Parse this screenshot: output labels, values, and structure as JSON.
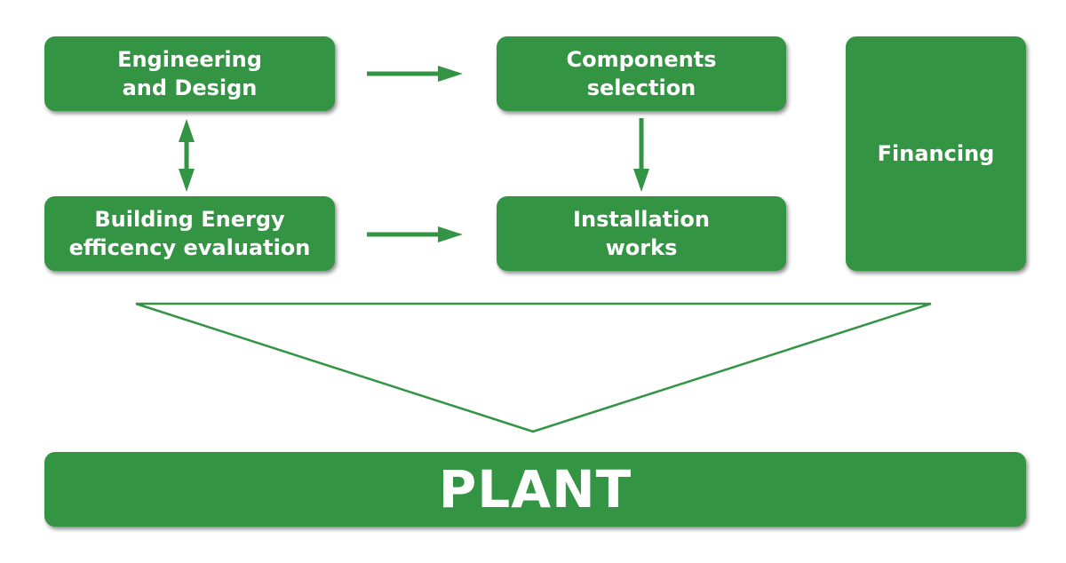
{
  "colors": {
    "box_fill": "#339444",
    "text": "#ffffff",
    "arrow": "#339444",
    "background": "#ffffff"
  },
  "boxes": {
    "engineering": {
      "line1": "Engineering",
      "line2": "and Design"
    },
    "components": {
      "line1": "Components",
      "line2": "selection"
    },
    "building": {
      "line1": "Building Energy",
      "line2": "efficency evaluation"
    },
    "installation": {
      "line1": "Installation",
      "line2": "works"
    },
    "financing": {
      "label": "Financing"
    },
    "plant": {
      "label": "PLANT"
    }
  }
}
